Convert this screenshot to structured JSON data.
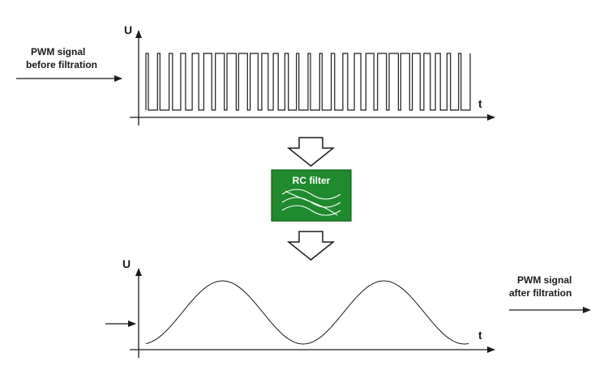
{
  "input": {
    "line1": "PWM signal",
    "line2": "before filtration"
  },
  "output": {
    "line1": "PWM signal",
    "line2": "after filtration"
  },
  "top_graph": {
    "y_label": "U",
    "x_label": "t"
  },
  "bottom_graph": {
    "y_label": "U",
    "x_label": "t"
  },
  "filter": {
    "label": "RC filter",
    "color": "#1f8a2e",
    "border_color": "#0d5c18"
  },
  "colors": {
    "ink": "#1a1a1a",
    "background": "#ffffff"
  }
}
